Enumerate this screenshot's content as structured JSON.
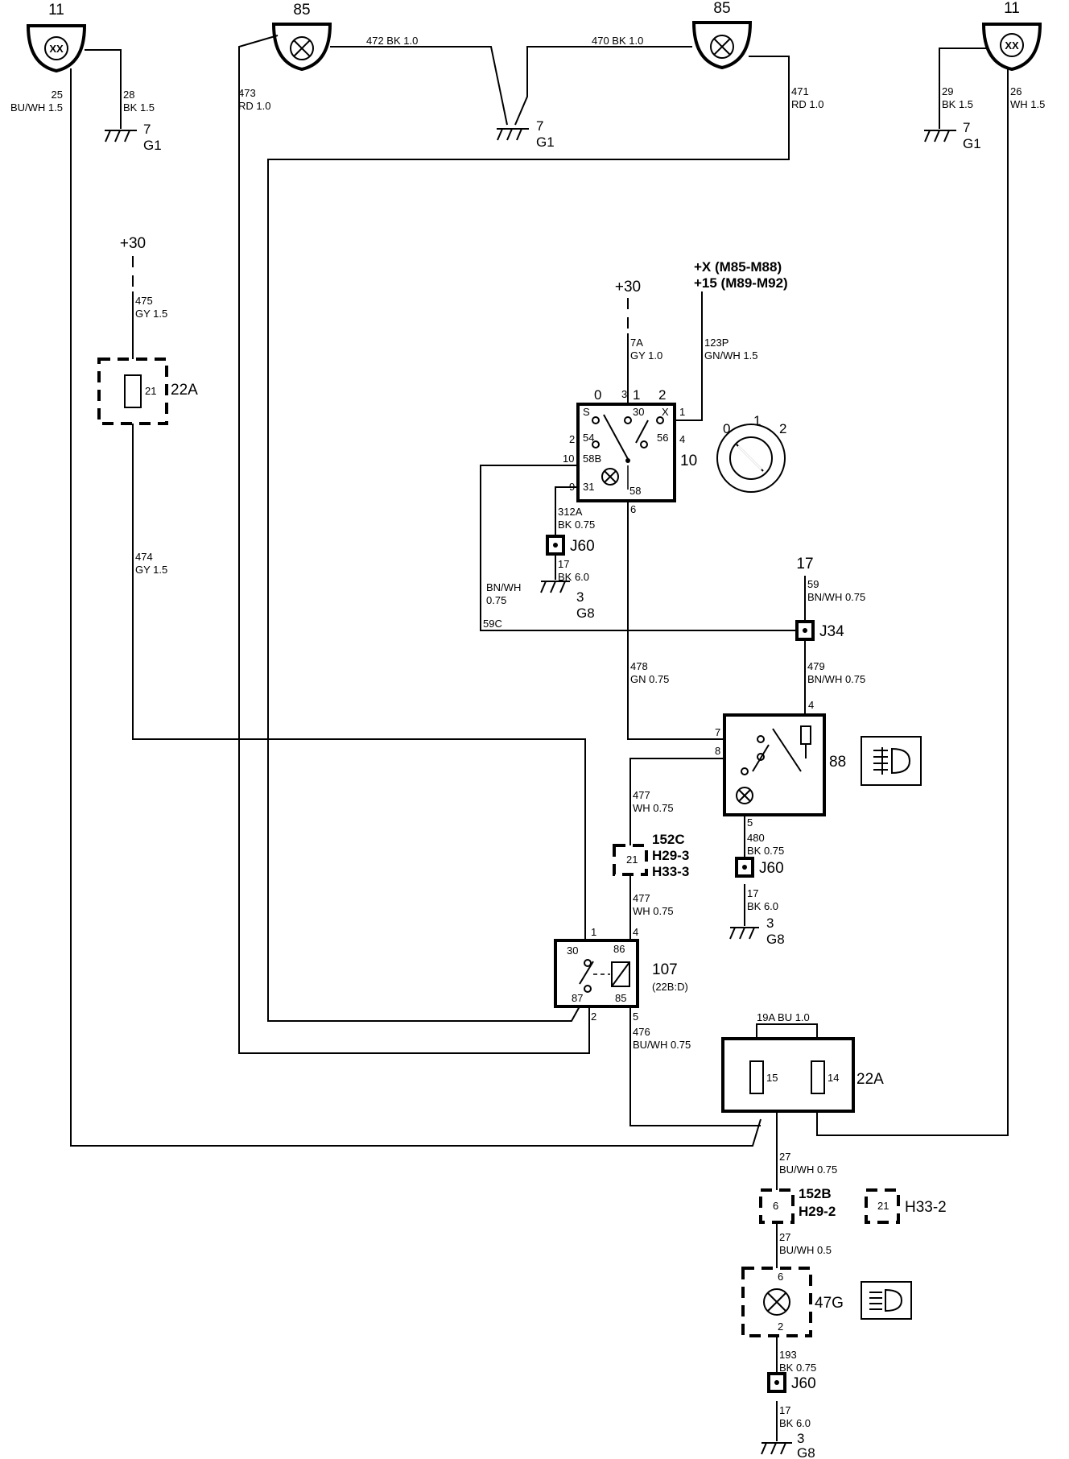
{
  "lamps": {
    "top_left_lamp": {
      "number": "11",
      "symbol": "XX"
    },
    "top_center_left_lamp": {
      "number": "85"
    },
    "top_center_right_lamp": {
      "number": "85"
    },
    "top_right_lamp": {
      "number": "11",
      "symbol": "XX"
    }
  },
  "wires": {
    "w25": {
      "num": "25",
      "spec": "BU/WH 1.5"
    },
    "w28": {
      "num": "28",
      "spec": "BK 1.5"
    },
    "w472": "472 BK 1.0",
    "w470": "470 BK 1.0",
    "w473": {
      "num": "473",
      "spec": "RD 1.0"
    },
    "w471": {
      "num": "471",
      "spec": "RD 1.0"
    },
    "w29": {
      "num": "29",
      "spec": "BK 1.5"
    },
    "w26": {
      "num": "26",
      "spec": "WH 1.5"
    },
    "w475": {
      "num": "475",
      "spec": "GY 1.5"
    },
    "w474": {
      "num": "474",
      "spec": "GY 1.5"
    },
    "w7a": {
      "num": "7A",
      "spec": "GY 1.0"
    },
    "w123p": {
      "num": "123P",
      "spec": "GN/WH 1.5"
    },
    "w312a": {
      "num": "312A",
      "spec": "BK 0.75"
    },
    "w17a": {
      "num": "17",
      "spec": "BK 6.0"
    },
    "wbnwh": {
      "num": "BN/WH",
      "spec": "0.75"
    },
    "w59c": "59C",
    "w59": {
      "num": "59",
      "spec": "BN/WH 0.75"
    },
    "w478": {
      "num": "478",
      "spec": "GN 0.75"
    },
    "w479": {
      "num": "479",
      "spec": "BN/WH 0.75"
    },
    "w477a": {
      "num": "477",
      "spec": "WH 0.75"
    },
    "w477b": {
      "num": "477",
      "spec": "WH 0.75"
    },
    "w480": {
      "num": "480",
      "spec": "BK 0.75"
    },
    "w17b": {
      "num": "17",
      "spec": "BK 6.0"
    },
    "w476": {
      "num": "476",
      "spec": "BU/WH 0.75"
    },
    "w19a": "19A BU 1.0",
    "w27a": {
      "num": "27",
      "spec": "BU/WH 0.75"
    },
    "w27b": {
      "num": "27",
      "spec": "BU/WH 0.5"
    },
    "w193": {
      "num": "193",
      "spec": "BK 0.75"
    },
    "w17c": {
      "num": "17",
      "spec": "BK 6.0"
    }
  },
  "grounds": {
    "g_left": {
      "num": "7",
      "loc": "G1"
    },
    "g_center": {
      "num": "7",
      "loc": "G1"
    },
    "g_right": {
      "num": "7",
      "loc": "G1"
    },
    "g_switch": {
      "num": "3",
      "loc": "G8"
    },
    "g_relay88": {
      "num": "3",
      "loc": "G8"
    },
    "g_bottom": {
      "num": "3",
      "loc": "G8"
    }
  },
  "supply": {
    "left": "+30",
    "center": "+30",
    "ign_line1": "+X (M85-M88)",
    "ign_line2": "+15 (M89-M92)",
    "tail": "17"
  },
  "fuse_left": {
    "label": "22A",
    "num": "21"
  },
  "light_switch": {
    "label": "10",
    "pos": [
      "0",
      "1",
      "2"
    ],
    "pins_left": [
      "3",
      "2",
      "10",
      "9"
    ],
    "pins_right": [
      "1",
      "4"
    ],
    "pin_bottom": "6",
    "terms": {
      "s": "S",
      "t30": "30",
      "x": "X",
      "t54": "54",
      "t56": "56",
      "t58b": "58B",
      "t31": "31",
      "t58": "58"
    },
    "knob_pos": [
      "0",
      "1",
      "2"
    ]
  },
  "connectors": {
    "j60a": "J60",
    "j34": "J34",
    "j60b": "J60",
    "j60c": "J60",
    "c152c": {
      "label": "152C",
      "h1": "H29-3",
      "h2": "H33-3",
      "pin": "21"
    },
    "c152b": {
      "label": "152B",
      "h1": "H29-2",
      "pin": "6"
    },
    "h33_2": {
      "label": "H33-2",
      "pin": "21"
    }
  },
  "switch88": {
    "label": "88",
    "pins": {
      "p7": "7",
      "p8": "8",
      "p4": "4",
      "p5": "5"
    }
  },
  "relay107": {
    "label": "107",
    "sub": "(22B:D)",
    "pins": {
      "p1": "1",
      "p4": "4",
      "p2": "2",
      "p5": "5"
    },
    "terms": {
      "t30": "30",
      "t86": "86",
      "t87": "87",
      "t85": "85"
    }
  },
  "fuse_right": {
    "label": "22A",
    "f1": "15",
    "f2": "14"
  },
  "lamp47g": {
    "label": "47G",
    "pin_top": "6",
    "pin_bottom": "2"
  }
}
